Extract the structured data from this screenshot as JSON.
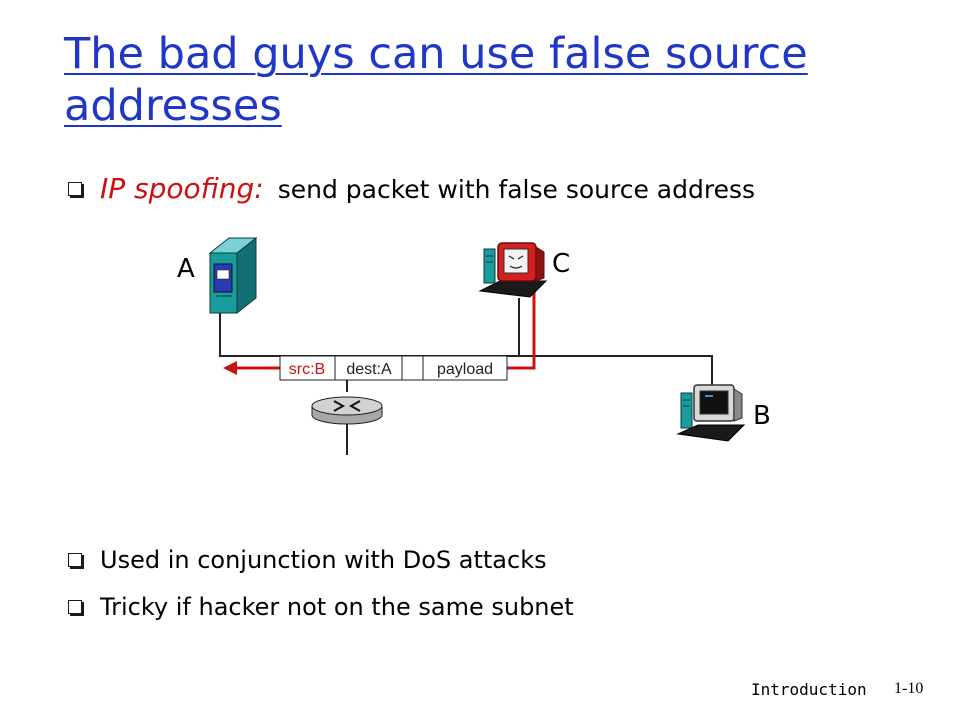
{
  "slide": {
    "title": "The bad guys can use false source addresses",
    "bullets": [
      {
        "term": "IP spoofing:",
        "text": "send packet with false source address"
      },
      {
        "text": "Used in conjunction with DoS attacks"
      },
      {
        "text": "Tricky if hacker not on the same subnet"
      }
    ]
  },
  "diagram": {
    "hosts": {
      "a": "A",
      "b": "B",
      "c": "C"
    },
    "packet": {
      "src": "src:B",
      "dest": "dest:A",
      "payload": "payload"
    }
  },
  "footer": {
    "section": "Introduction",
    "page": "1-10"
  },
  "colors": {
    "title": "#1f36c8",
    "accent_red": "#cc1111",
    "server_teal": "#1a9c9c",
    "server_blue": "#2a3cb4",
    "router_gray": "#c8c8c8"
  }
}
